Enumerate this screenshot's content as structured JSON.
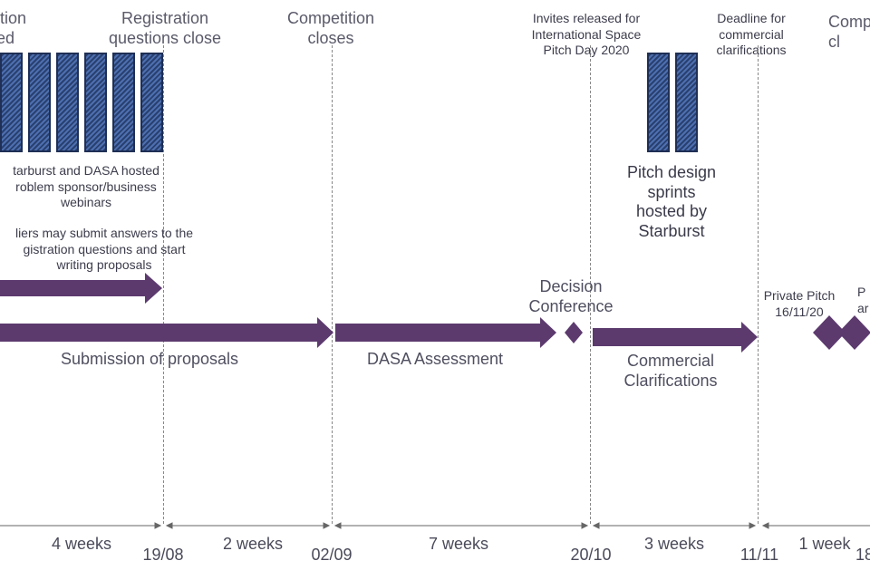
{
  "headers": {
    "competition_launched": "ition\ned",
    "registration_close": "Registration\nquestions close",
    "competition_closes": "Competition\ncloses",
    "invites": "Invites released for\nInternational Space\nPitch Day 2020",
    "deadline": "Deadline for\ncommercial\nclarifications",
    "comp_right": "Comp\ncl"
  },
  "labels": {
    "webinars": "tarburst and DASA hosted\nroblem sponsor/business\nwebinars",
    "suppliers": "liers may submit answers to the\ngistration questions and start\nwriting proposals",
    "pitch_sprints": "Pitch design\nsprints\nhosted by\nStarburst",
    "decision": "Decision\nConference",
    "private_pitch": "Private Pitch\n16/11/20",
    "right_cut": "P\nar",
    "submission": "Submission of proposals",
    "dasa": "DASA Assessment",
    "commercial": "Commercial\nClarifications"
  },
  "durations": {
    "d1": "4 weeks",
    "d2": "2 weeks",
    "d3": "7 weeks",
    "d4": "3 weeks",
    "d5": "1 week"
  },
  "dates": {
    "t1": "19/08",
    "t2": "02/09",
    "t3": "20/10",
    "t4": "11/11",
    "t5": "18"
  },
  "colors": {
    "arrow": "#5c3a6e",
    "block": "#29406f",
    "dashed": "#888888"
  }
}
